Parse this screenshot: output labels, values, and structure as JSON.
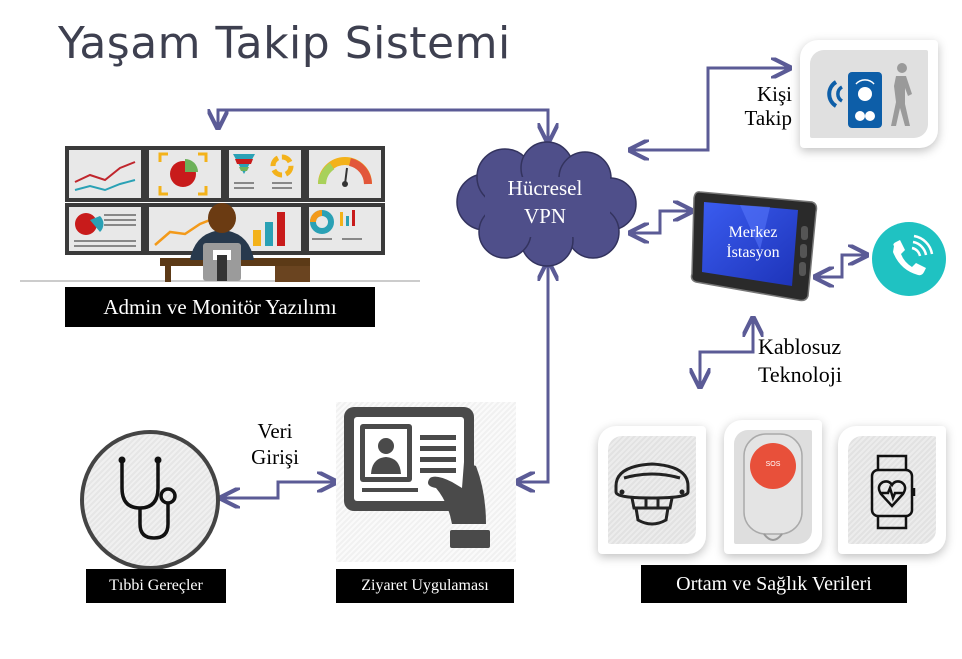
{
  "title": "Yaşam Takip Sistemi",
  "nodes": {
    "admin": {
      "label": "Admin ve Monitör Yazılımı"
    },
    "cloud": {
      "line1": "Hücresel",
      "line2": "VPN"
    },
    "person_tracking": {
      "line1": "Kişi",
      "line2": "Takip"
    },
    "central_station": {
      "line1": "Merkez",
      "line2": "İstasyon"
    },
    "wireless": {
      "line1": "Kablosuz",
      "line2": "Teknoloji"
    },
    "data_entry": {
      "line1": "Veri",
      "line2": "Girişi"
    },
    "medical": {
      "label": "Tıbbi Gereçler"
    },
    "visit_app": {
      "label": "Ziyaret Uygulaması"
    },
    "env_health": {
      "label": "Ortam ve Sağlık Verileri"
    },
    "sos_button": {
      "text": "SOS"
    }
  },
  "colors": {
    "connector": "#5b5b96",
    "cloud": "#4f4f8a",
    "phone_circle": "#1fc2c2",
    "sos": "#e8503a",
    "tracker_blue": "#0d5ea8",
    "title": "#3e4050"
  }
}
